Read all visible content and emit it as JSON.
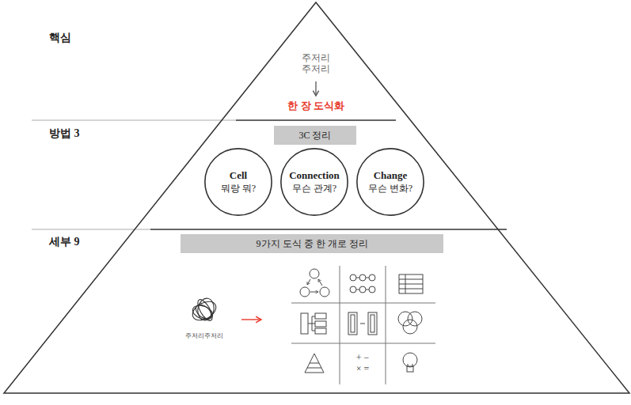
{
  "diagram": {
    "nodes": [
      {
        "text": [
          "3C 정리"
        ]
      },
      {
        "text": [
          "Cell",
          "뭐랑 뭐?"
        ]
      },
      {
        "text": [
          "Connection",
          "무슨 관계?"
        ]
      },
      {
        "text": [
          "Change",
          "무슨 변화?"
        ]
      },
      {
        "text": [
          "9가지 도식 중 한 개로 정리"
        ]
      }
    ],
    "labels": [
      "핵심",
      "방법 3",
      "세부 9",
      "주저리 주저리",
      "한 장 도식화",
      "주저리주저리",
      "+ − × ="
    ]
  }
}
